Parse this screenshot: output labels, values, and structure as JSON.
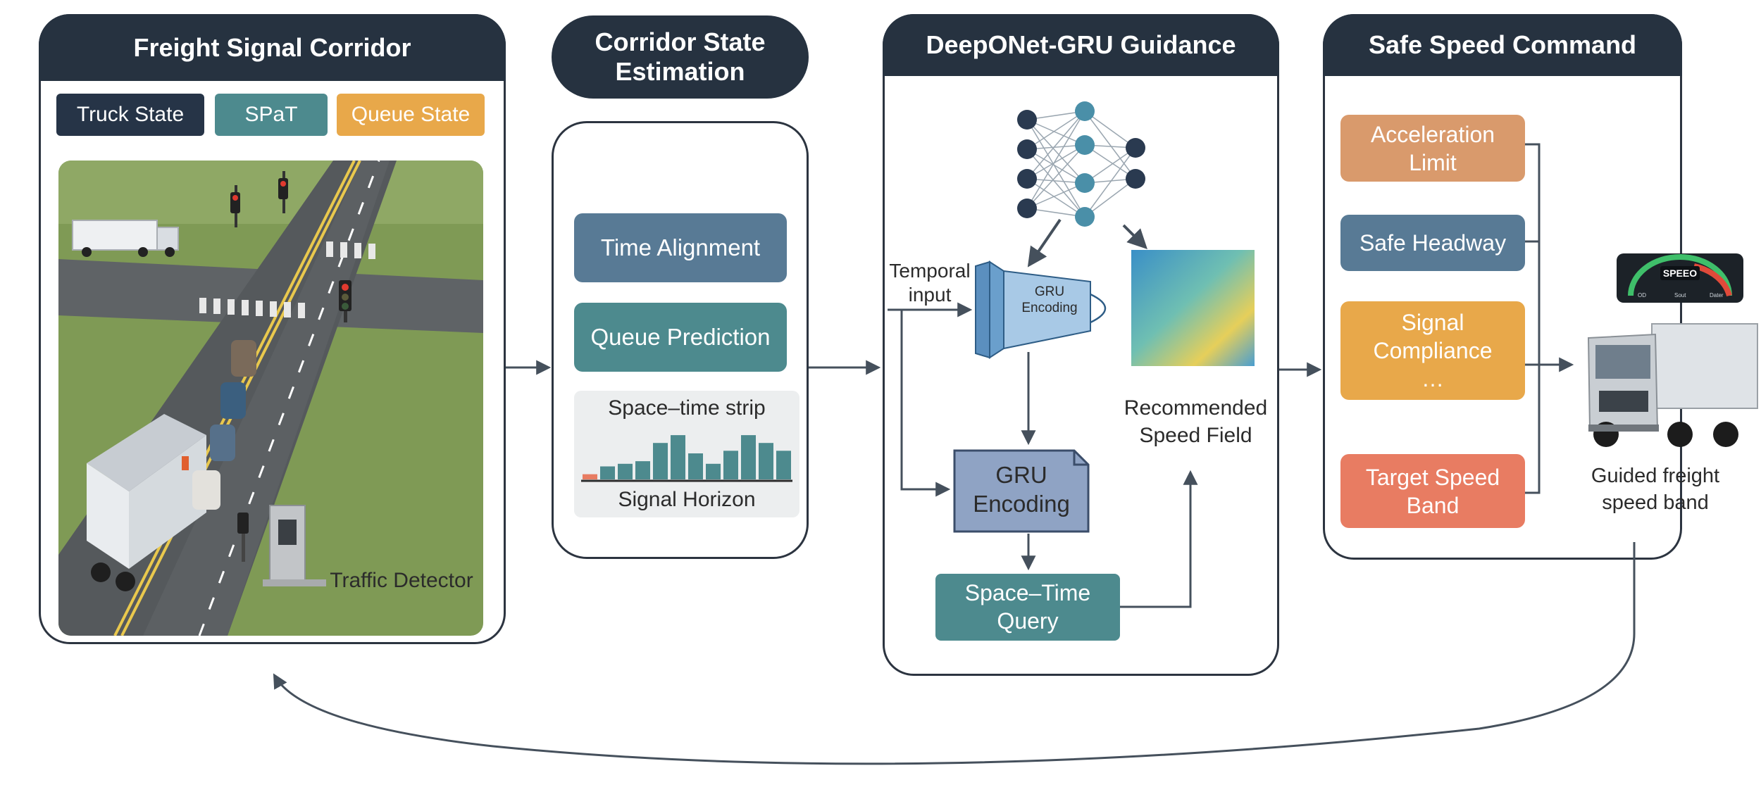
{
  "panels": {
    "corridor": {
      "title": "Freight Signal Corridor",
      "chips": [
        {
          "label": "Truck State",
          "color": "#263447"
        },
        {
          "label": "SPaT",
          "color": "#4d8a8e"
        },
        {
          "label": "Queue State",
          "color": "#e8a84a"
        }
      ],
      "detector_label": "Traffic Detector"
    },
    "estimation": {
      "title": "Corridor State Estimation",
      "time_alignment": "Time Alignment",
      "queue_prediction": "Queue Prediction",
      "strip_title": "Space–time strip",
      "strip_caption": "Signal Horizon",
      "strip_values": [
        0.1,
        0.25,
        0.3,
        0.35,
        0.7,
        0.85,
        0.5,
        0.3,
        0.55,
        0.85,
        0.7,
        0.55
      ],
      "colors": {
        "time_alignment": "#587a95",
        "queue_prediction": "#4d8a8e"
      }
    },
    "guidance": {
      "title": "DeepONet-GRU Guidance",
      "temporal_input": "Temporal\ninput",
      "gru_small_label": "GRU\nEncoding",
      "gru_doc_label": "GRU\nEncoding",
      "query_label": "Space–Time\nQuery",
      "field_label": "Recommended\nSpeed Field"
    },
    "command": {
      "title": "Safe Speed Command",
      "items": [
        {
          "label": "Acceleration\nLimit",
          "color": "#d99a6c"
        },
        {
          "label": "Safe Headway",
          "color": "#587a95"
        },
        {
          "label": "Signal\nCompliance\n…",
          "color": "#e8a84a"
        },
        {
          "label": "Target Speed\nBand",
          "color": "#e87c62"
        }
      ]
    }
  },
  "output_label": "Guided freight\nspeed band",
  "speedometer_text": "SPEEO",
  "speedometer_ticks": [
    "OD",
    "Sout",
    "Dater"
  ]
}
